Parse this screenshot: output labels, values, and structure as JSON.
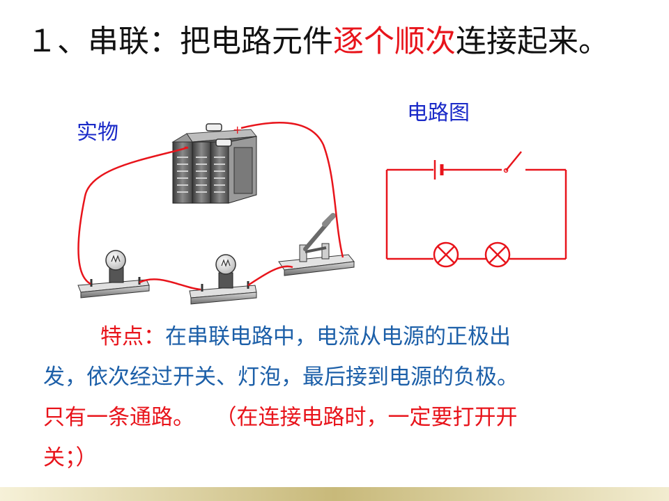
{
  "title": {
    "prefix": "１、串联：把电路元件",
    "highlight": "逐个顺次",
    "suffix": "连接起来。"
  },
  "labels": {
    "real": "实物",
    "diagram": "电路图"
  },
  "battery": {
    "plus": "+",
    "minus": "-"
  },
  "description": {
    "feature_label": "特点：",
    "line1": "在串联电路中，电流从电源的正极出",
    "line2": "发，依次经过开关、灯泡，最后接到电源的负极。",
    "line3": "只有一条通路。",
    "note_part1": "（在连接电路时，一定要打开开",
    "note_part2": "关；）"
  },
  "colors": {
    "title_highlight": "#e8141b",
    "label": "#1a2ac8",
    "description": "#1c5fa8",
    "wire": "#e8141b"
  }
}
